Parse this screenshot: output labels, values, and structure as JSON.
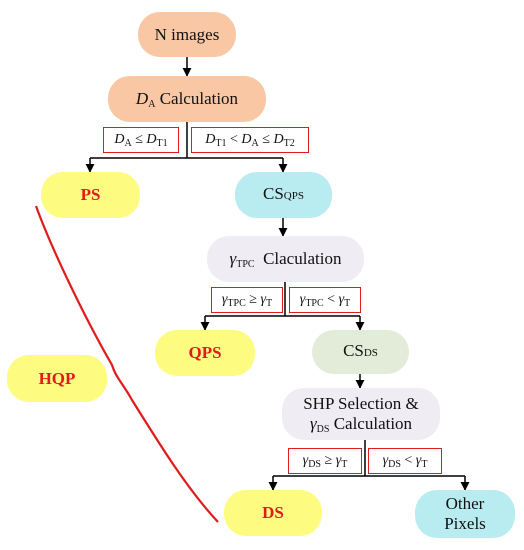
{
  "nodes": {
    "n_images": "N images",
    "da_calc": "Calculation",
    "ps": "PS",
    "cs_qps": "QPS",
    "tpc_calc": "Claculation",
    "qps": "QPS",
    "cs_ds": "DS",
    "shp_line1": "SHP Selection &",
    "shp_line2": "Calculation",
    "ds": "DS",
    "other_line1": "Other",
    "other_line2": "Pixels",
    "hqp": "HQP"
  },
  "symbols": {
    "D": "D",
    "gamma": "γ",
    "cs": "CS",
    "sub_A": "A",
    "sub_T1": "T1",
    "sub_T2": "T2",
    "sub_TPC": "TPC",
    "sub_T": "T",
    "sub_DS": "DS",
    "leq": "≤",
    "lt": "<",
    "geq": "≥"
  },
  "colors": {
    "orange": "#f9c7a3",
    "yellow": "#fefc80",
    "cyan": "#b8ecf0",
    "lavender": "#f0ecf3",
    "sage": "#e3ecd9",
    "red": "#e01b1b"
  }
}
